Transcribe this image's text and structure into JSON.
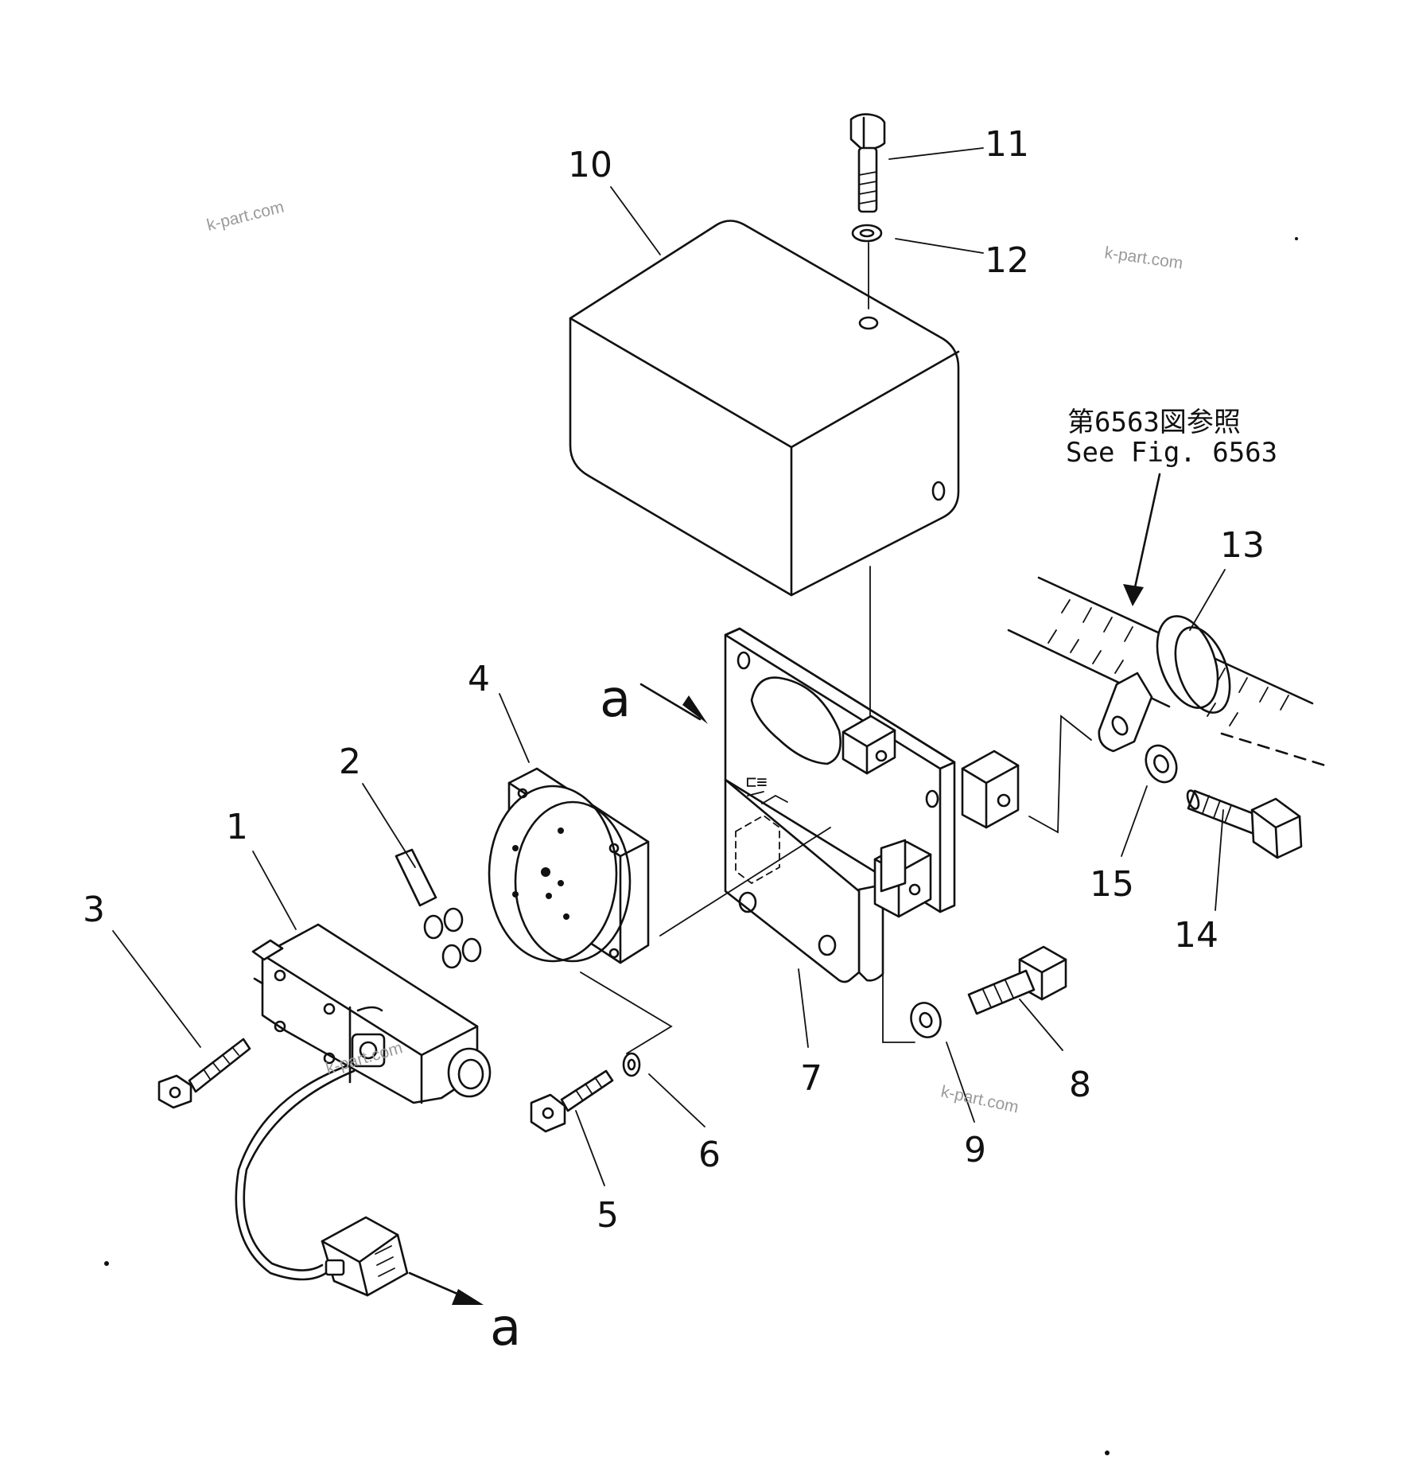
{
  "callouts": {
    "c1": "1",
    "c2": "2",
    "c3": "3",
    "c4": "4",
    "c5": "5",
    "c6": "6",
    "c7": "7",
    "c8": "8",
    "c9": "9",
    "c10": "10",
    "c11": "11",
    "c12": "12",
    "c13": "13",
    "c14": "14",
    "c15": "15"
  },
  "connection_marker": "a",
  "reference_note": {
    "japanese": "第6563図参照",
    "english": "See  Fig. 6563"
  },
  "watermark": "k-part.com"
}
